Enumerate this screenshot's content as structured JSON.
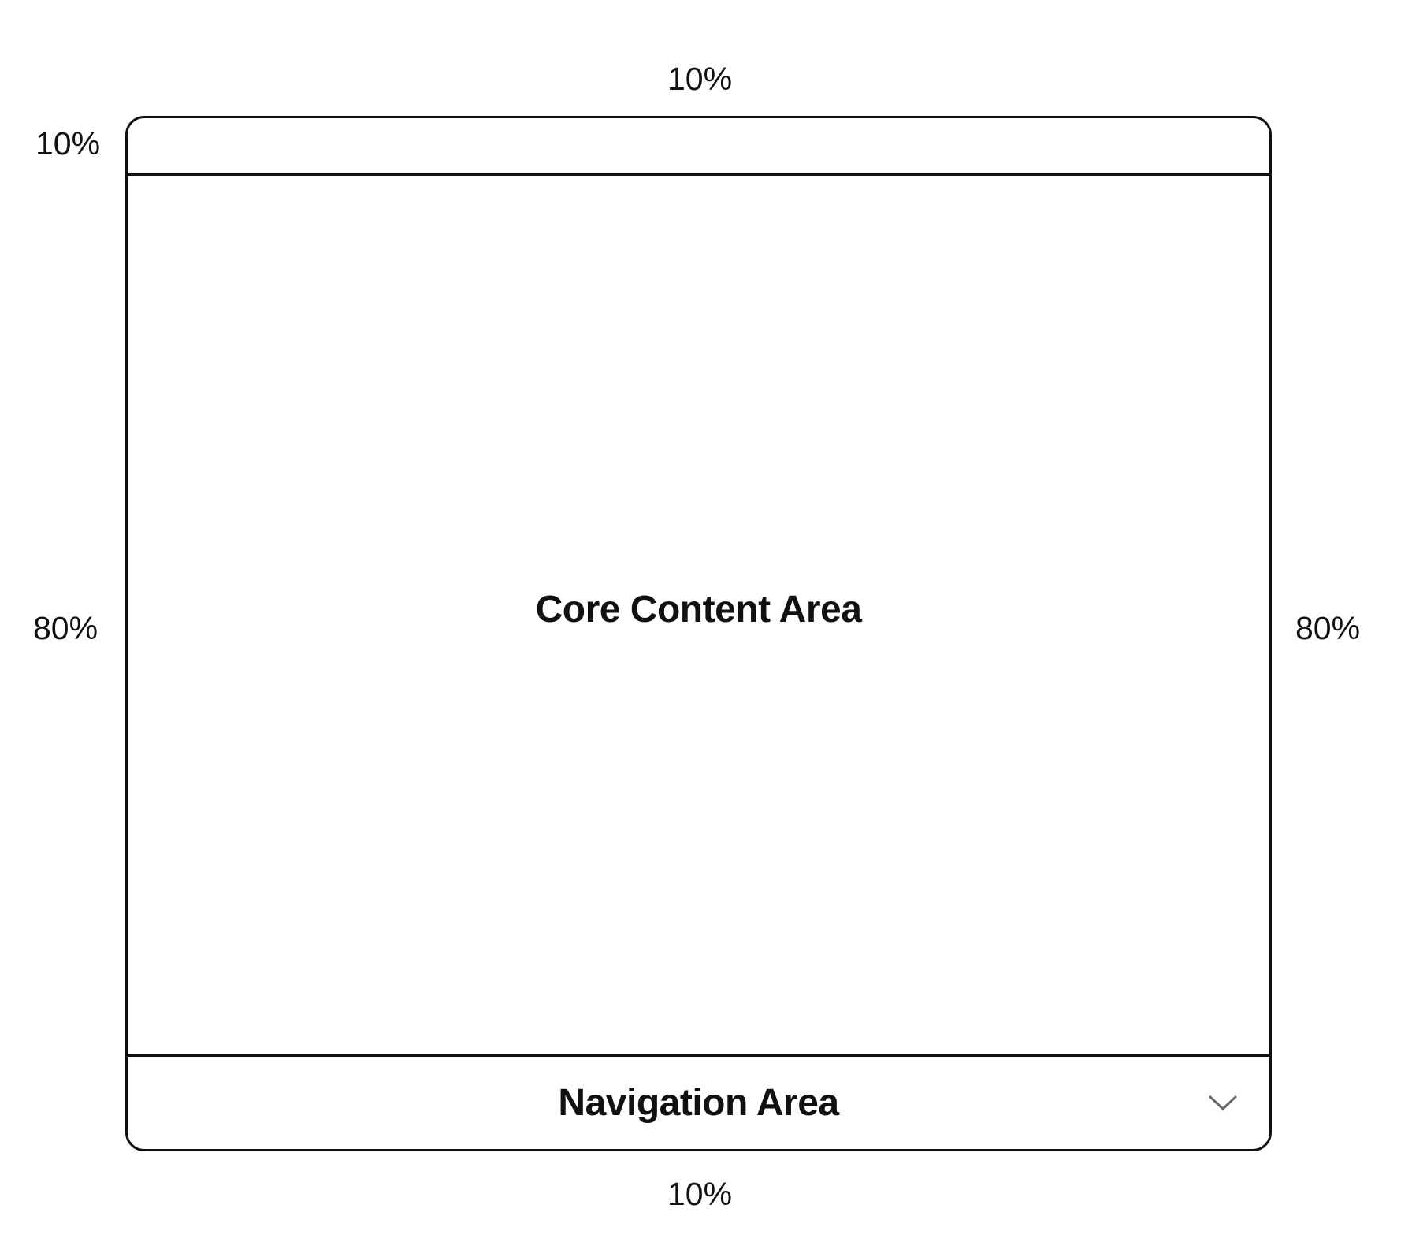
{
  "labels": {
    "top": "10%",
    "left_top": "10%",
    "left_middle": "80%",
    "right_middle": "80%",
    "bottom": "10%"
  },
  "regions": {
    "core": "Core Content Area",
    "navigation": "Navigation Area"
  },
  "icons": {
    "navigation_toggle": "chevron-down-icon"
  },
  "colors": {
    "line": "#111111",
    "icon": "#666666",
    "background": "#ffffff"
  }
}
